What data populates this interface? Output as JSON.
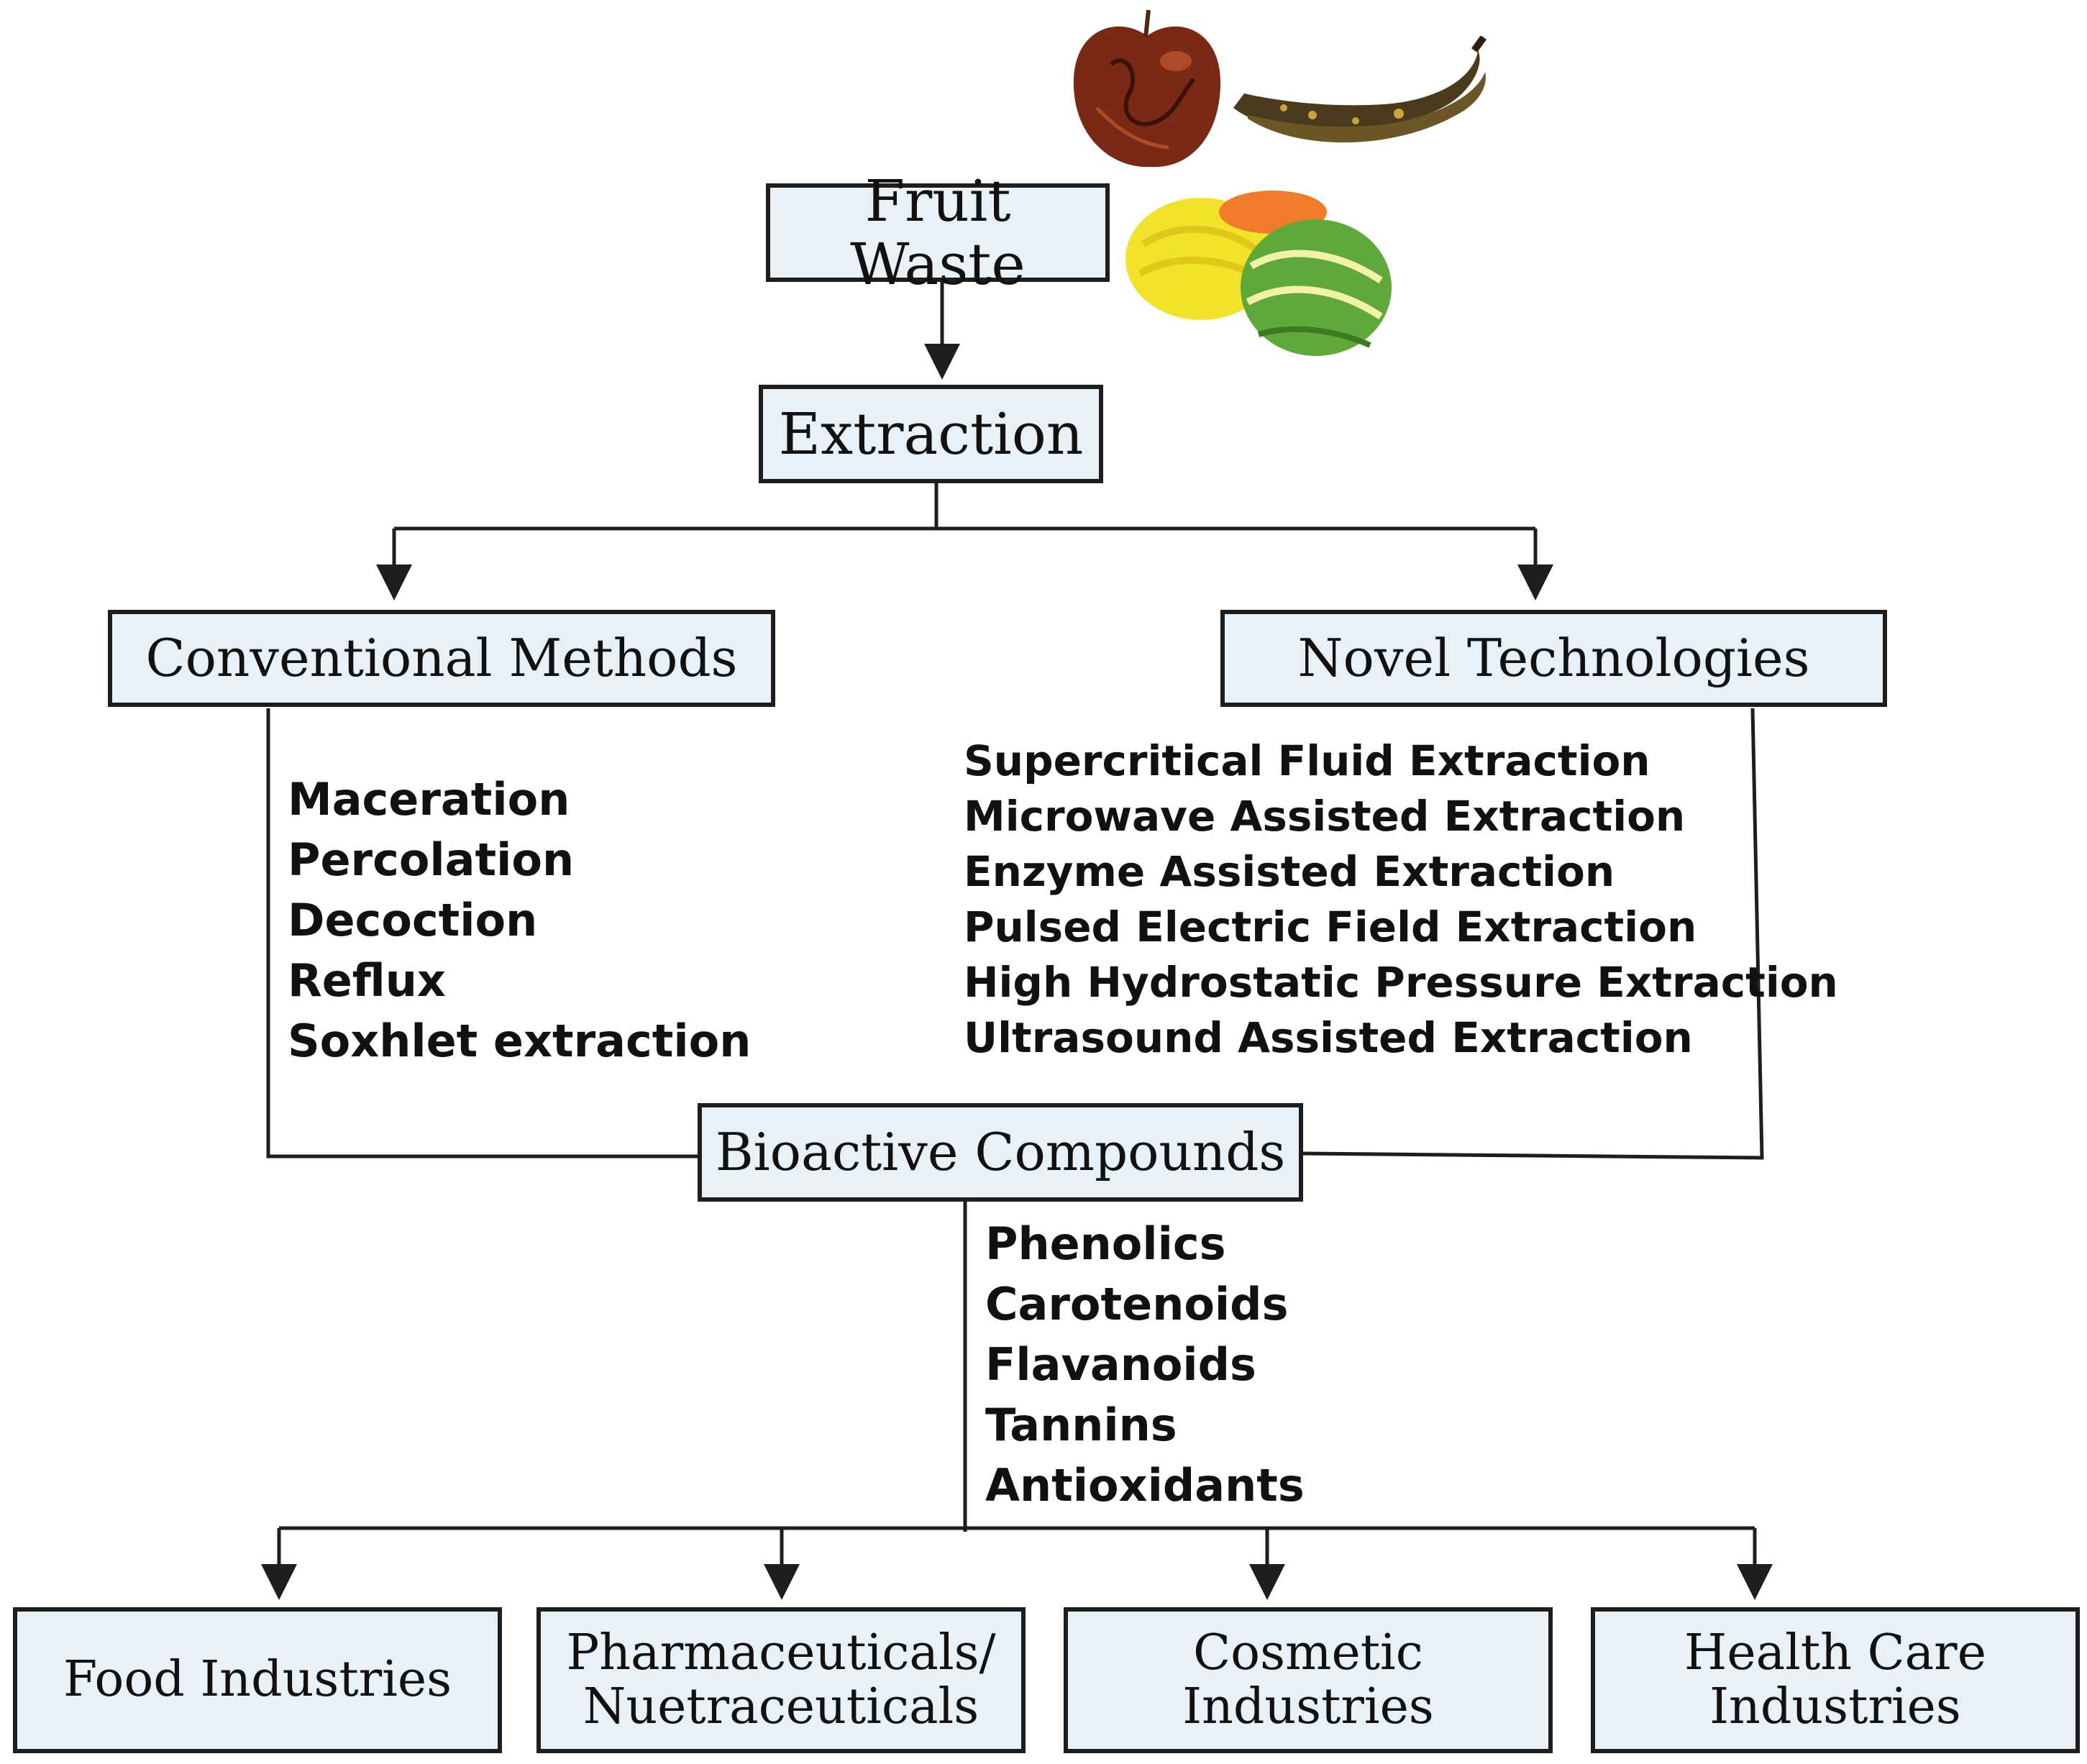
{
  "nodes": {
    "fruit_waste": "Fruit Waste",
    "extraction": "Extraction",
    "conventional_methods": "Conventional Methods",
    "novel_technologies": "Novel Technologies",
    "bioactive_compounds": "Bioactive Compounds",
    "industries": [
      {
        "line1": "Food Industries",
        "line2": ""
      },
      {
        "line1": "Pharmaceuticals/",
        "line2": "Nuetraceuticals"
      },
      {
        "line1": "Cosmetic",
        "line2": "Industries"
      },
      {
        "line1": "Health Care",
        "line2": "Industries"
      }
    ]
  },
  "conventional_list": [
    "Maceration",
    "Percolation",
    "Decoction",
    "Reflux",
    "Soxhlet extraction"
  ],
  "novel_list": [
    "Supercritical Fluid Extraction",
    "Microwave Assisted Extraction",
    "Enzyme Assisted Extraction",
    "Pulsed Electric Field Extraction",
    "High Hydrostatic Pressure Extraction",
    "Ultrasound Assisted Extraction"
  ],
  "compound_list": [
    "Phenolics",
    "Carotenoids",
    "Flavanoids",
    "Tannins",
    "Antioxidants"
  ],
  "colors": {
    "box_fill": "#e8f0f8",
    "box_border": "#1e1e1e",
    "connector": "#1e1e1e"
  },
  "images": [
    "rotten-apple-icon",
    "rotten-banana-icon",
    "fruit-peels-icon"
  ]
}
